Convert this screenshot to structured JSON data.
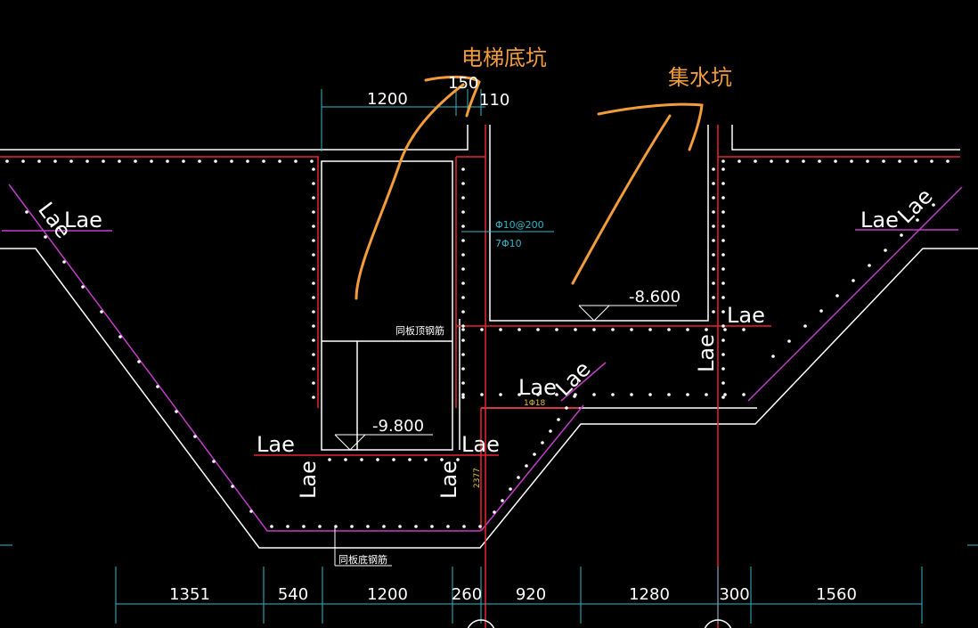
{
  "labels": {
    "elevator_pit": "电梯底坑",
    "sump_pit": "集水坑",
    "lae": "Lae",
    "top_rebar_note": "同板顶钢筋",
    "bottom_rebar_note": "同板底钢筋",
    "rebar_spec_1": "Φ10@200",
    "rebar_spec_2": "7Φ10",
    "rebar_small": "1Φ18",
    "vertical_dim": "2377",
    "elev_high": "-8.600",
    "elev_low": "-9.800"
  },
  "top_dims": {
    "d1200": "1200",
    "d150": "150",
    "d110": "110"
  },
  "bottom_dims": [
    "1351",
    "540",
    "1200",
    "260",
    "920",
    "1280",
    "300",
    "1560"
  ],
  "colors": {
    "background": "#000000",
    "outline": "#ffffff",
    "rebar_red": "#e5252a",
    "slope_magenta": "#c13cc8",
    "dimension_cyan": "#2fb7c9",
    "annotation_orange": "#f39c3a"
  }
}
